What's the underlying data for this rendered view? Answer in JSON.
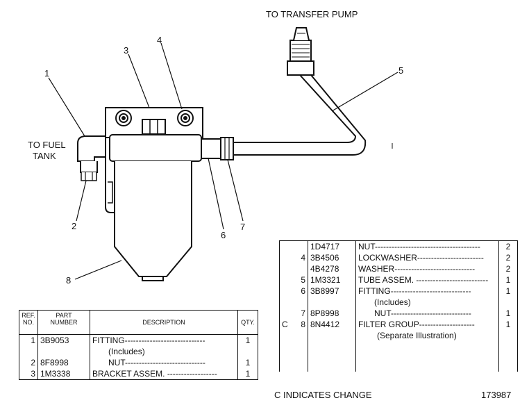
{
  "labels": {
    "to_transfer_pump": "TO TRANSFER PUMP",
    "to_fuel_tank_1": "TO FUEL",
    "to_fuel_tank_2": "TANK"
  },
  "callouts": [
    "1",
    "2",
    "3",
    "4",
    "5",
    "6",
    "7",
    "8"
  ],
  "left_table": {
    "headers": {
      "ref_no_1": "REF.",
      "ref_no_2": "NO.",
      "part_number_1": "PART",
      "part_number_2": "NUMBER",
      "description": "DESCRIPTION",
      "qty": "QTY."
    },
    "rows": [
      {
        "change": "",
        "ref": "1",
        "part": "3B9053",
        "desc": "FITTING-----------------------------",
        "qty": "1"
      },
      {
        "change": "",
        "ref": "",
        "part": "",
        "desc": "(Includes)",
        "qty": ""
      },
      {
        "change": "",
        "ref": "2",
        "part": "8F8998",
        "desc": "NUT-----------------------------",
        "qty": "1"
      },
      {
        "change": "",
        "ref": "3",
        "part": "1M3338",
        "desc": "BRACKET ASSEM. ------------------",
        "qty": "1"
      }
    ]
  },
  "right_table": {
    "rows": [
      {
        "change": "",
        "ref": "",
        "part": "1D4717",
        "desc": "NUT--------------------------------------",
        "qty": "2"
      },
      {
        "change": "",
        "ref": "4",
        "part": "3B4506",
        "desc": "LOCKWASHER------------------------",
        "qty": "2"
      },
      {
        "change": "",
        "ref": "",
        "part": "4B4278",
        "desc": "WASHER-----------------------------",
        "qty": "2"
      },
      {
        "change": "",
        "ref": "5",
        "part": "1M3321",
        "desc": "TUBE ASSEM. --------------------------",
        "qty": "1"
      },
      {
        "change": "",
        "ref": "6",
        "part": "3B8997",
        "desc": "FITTING-----------------------------",
        "qty": "1"
      },
      {
        "change": "",
        "ref": "",
        "part": "",
        "desc": "(Includes)",
        "qty": ""
      },
      {
        "change": "",
        "ref": "7",
        "part": "8P8998",
        "desc": "NUT-----------------------------",
        "qty": "1"
      },
      {
        "change": "C",
        "ref": "8",
        "part": "8N4412",
        "desc": "FILTER GROUP--------------------",
        "qty": "1"
      },
      {
        "change": "",
        "ref": "",
        "part": "",
        "desc": "(Separate Illustration)",
        "qty": ""
      }
    ]
  },
  "legend": "C INDICATES CHANGE",
  "plate_number": "173987"
}
